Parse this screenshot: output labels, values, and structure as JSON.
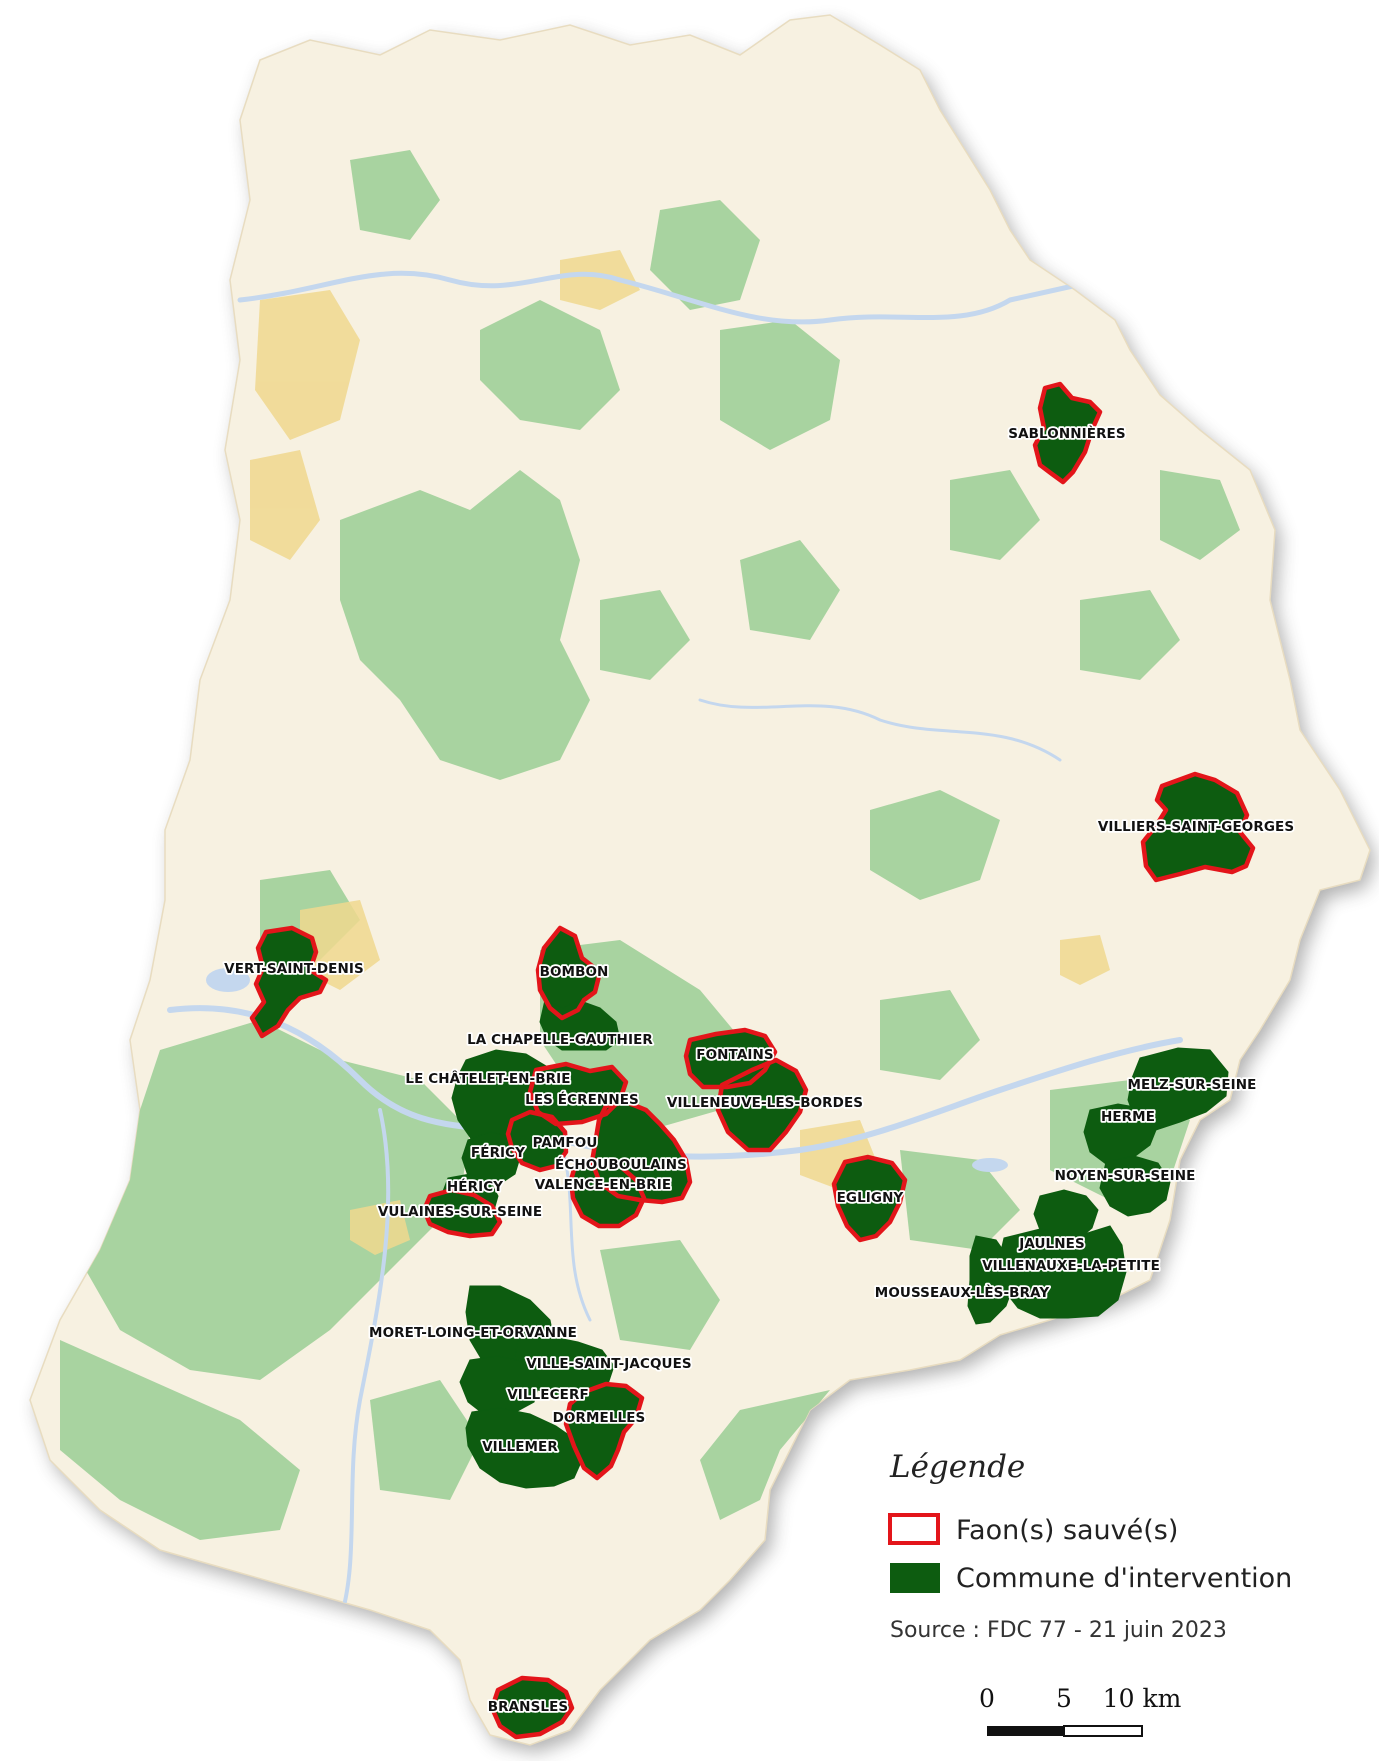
{
  "colors": {
    "land": "#f7f1e1",
    "forest": "#a8d3a0",
    "urban": "#f0d88e",
    "water": "#c4d7ee",
    "commune_fill": "#0d5c10",
    "saved_outline": "#e3151a"
  },
  "communes": [
    {
      "key": "sablonnieres",
      "label": "SABLONNIÈRES",
      "saved": true
    },
    {
      "key": "villiers-saint-georges",
      "label": "VILLIERS-SAINT-GEORGES",
      "saved": true
    },
    {
      "key": "vert-saint-denis",
      "label": "VERT-SAINT-DENIS",
      "saved": true
    },
    {
      "key": "bombon",
      "label": "BOMBON",
      "saved": true
    },
    {
      "key": "la-chapelle-gauthier",
      "label": "LA CHAPELLE-GAUTHIER",
      "saved": false
    },
    {
      "key": "fontains",
      "label": "FONTAINS",
      "saved": true
    },
    {
      "key": "le-chatelet-en-brie",
      "label": "LE CHÂTELET-EN-BRIE",
      "saved": false
    },
    {
      "key": "les-ecrennes",
      "label": "LES ÉCRENNES",
      "saved": true
    },
    {
      "key": "villeneuve-les-bordes",
      "label": "VILLENEUVE-LES-BORDES",
      "saved": true
    },
    {
      "key": "melz-sur-seine",
      "label": "MELZ-SUR-SEINE",
      "saved": false
    },
    {
      "key": "herme",
      "label": "HERME",
      "saved": false
    },
    {
      "key": "pamfou",
      "label": "PAMFOU",
      "saved": true
    },
    {
      "key": "fericy",
      "label": "FÉRICY",
      "saved": false
    },
    {
      "key": "echouboulains",
      "label": "ÉCHOUBOULAINS",
      "saved": true
    },
    {
      "key": "valence-en-brie",
      "label": "VALENCE-EN-BRIE",
      "saved": true
    },
    {
      "key": "noyen-sur-seine",
      "label": "NOYEN-SUR-SEINE",
      "saved": false
    },
    {
      "key": "hericy",
      "label": "HÉRICY",
      "saved": false
    },
    {
      "key": "egligny",
      "label": "EGLIGNY",
      "saved": true
    },
    {
      "key": "vulaines-sur-seine",
      "label": "VULAINES-SUR-SEINE",
      "saved": true
    },
    {
      "key": "jaulnes",
      "label": "JAULNES",
      "saved": false
    },
    {
      "key": "villenauxe-la-petite",
      "label": "VILLENAUXE-LA-PETITE",
      "saved": false
    },
    {
      "key": "mousseaux-les-bray",
      "label": "MOUSSEAUX-LÈS-BRAY",
      "saved": false
    },
    {
      "key": "moret-loing-et-orvanne",
      "label": "MORET-LOING-ET-ORVANNE",
      "saved": false
    },
    {
      "key": "ville-saint-jacques",
      "label": "VILLE-SAINT-JACQUES",
      "saved": false
    },
    {
      "key": "villecerf",
      "label": "VILLECERF",
      "saved": false
    },
    {
      "key": "dormelles",
      "label": "DORMELLES",
      "saved": true
    },
    {
      "key": "villemer",
      "label": "VILLEMER",
      "saved": false
    },
    {
      "key": "bransles",
      "label": "BRANSLES",
      "saved": true
    }
  ],
  "legend": {
    "title": "Légende",
    "items": [
      {
        "label": "Faon(s) sauvé(s)",
        "symbol": "red-outline"
      },
      {
        "label": "Commune d'intervention",
        "symbol": "green-fill"
      }
    ],
    "source": "Source : FDC 77 - 21 juin 2023"
  },
  "scale_bar": {
    "labels": [
      "0",
      "5",
      "10 km"
    ]
  }
}
